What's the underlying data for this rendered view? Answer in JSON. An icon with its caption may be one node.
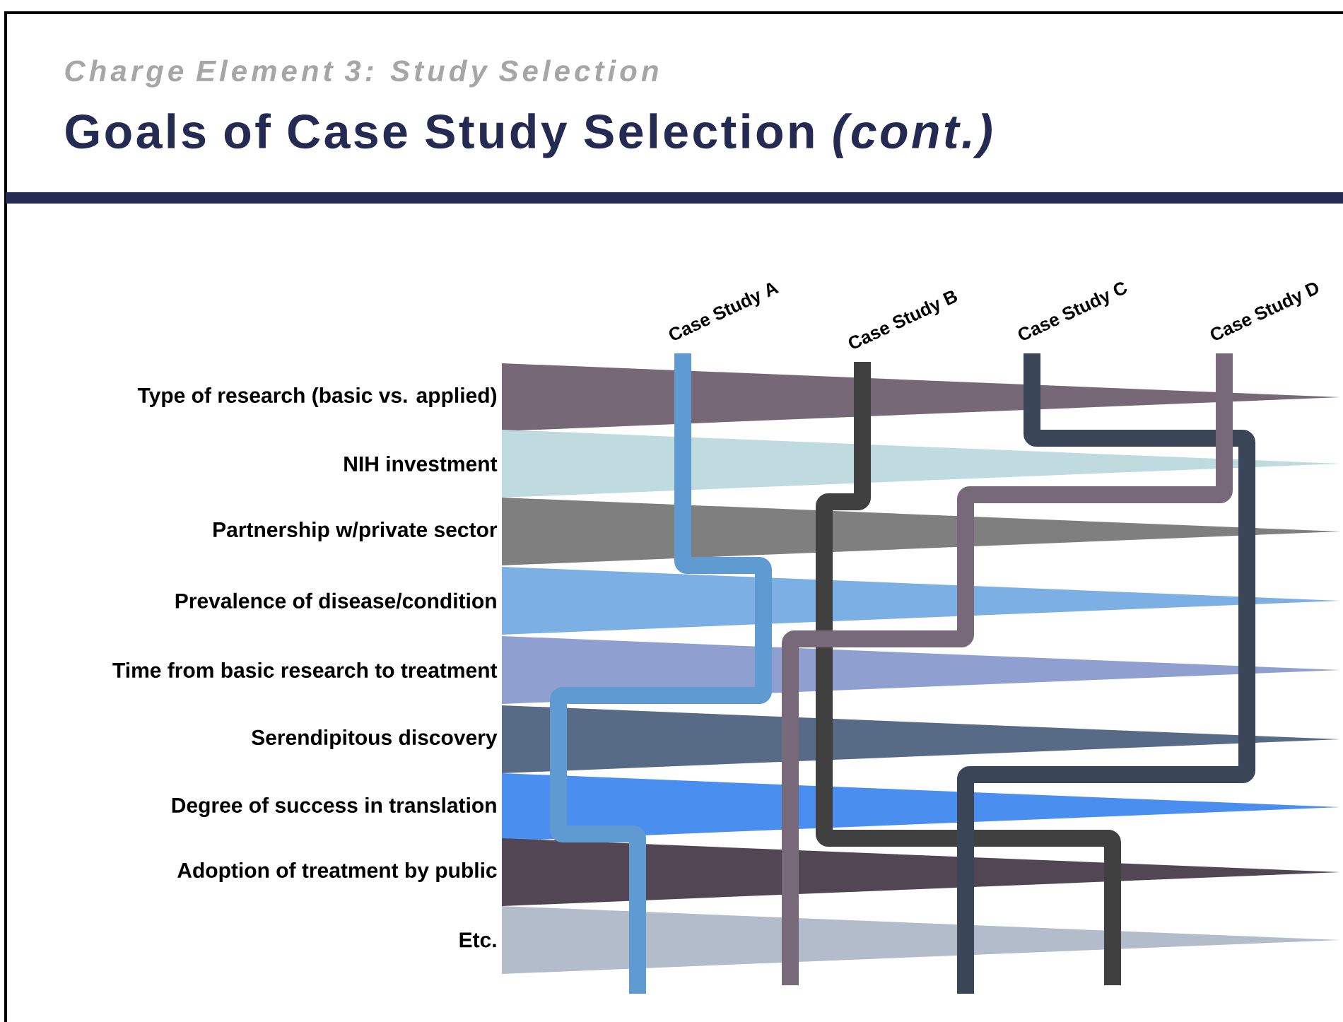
{
  "diagram": {
    "title": "Goals of Case Study Selection *(cont.)*",
    "nodes": [
      {
        "text": [
          "Type of research (basic vs. applied)"
        ]
      },
      {
        "text": [
          "NIH investment"
        ]
      },
      {
        "text": [
          "Partnership w/private sector"
        ]
      },
      {
        "text": [
          "Prevalence of disease/condition"
        ]
      },
      {
        "text": [
          "Time from basic research to treatment"
        ]
      },
      {
        "text": [
          "Serendipitous discovery"
        ]
      },
      {
        "text": [
          "Degree of success in translation"
        ]
      },
      {
        "text": [
          "Adoption of treatment by public"
        ]
      },
      {
        "text": [
          "Etc."
        ]
      },
      {
        "text": [
          "Case Study A"
        ]
      },
      {
        "text": [
          "Case Study B"
        ]
      },
      {
        "text": [
          "Case Study C"
        ]
      },
      {
        "text": [
          "Case Study D"
        ]
      }
    ],
    "edges": [
      {
        "from": 9,
        "to": null,
        "arrow": "none",
        "color": "#5f9bd0"
      },
      {
        "from": 10,
        "to": null,
        "arrow": "none",
        "color": "#404040"
      },
      {
        "from": 11,
        "to": null,
        "arrow": "none",
        "color": "#3a4558"
      },
      {
        "from": 12,
        "to": null,
        "arrow": "none",
        "color": "#77687a"
      }
    ],
    "labels": [
      "Charge Element 3: Study Selection"
    ]
  }
}
